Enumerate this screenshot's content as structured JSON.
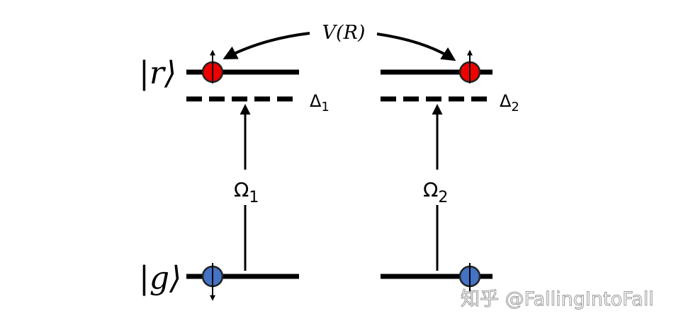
{
  "states": {
    "excited": "|r⟩",
    "ground": "|g⟩"
  },
  "interaction": "V(R)",
  "atoms": [
    {
      "detuning": "Δ",
      "detuning_sub": "1",
      "rabi": "Ω",
      "rabi_sub": "1"
    },
    {
      "detuning": "Δ",
      "detuning_sub": "2",
      "rabi": "Ω",
      "rabi_sub": "2"
    }
  ],
  "colors": {
    "rydberg_atom": "#ee0000",
    "ground_atom": "#4472c4",
    "line": "#000000"
  },
  "watermark": "知乎 @FallingIntoFall"
}
